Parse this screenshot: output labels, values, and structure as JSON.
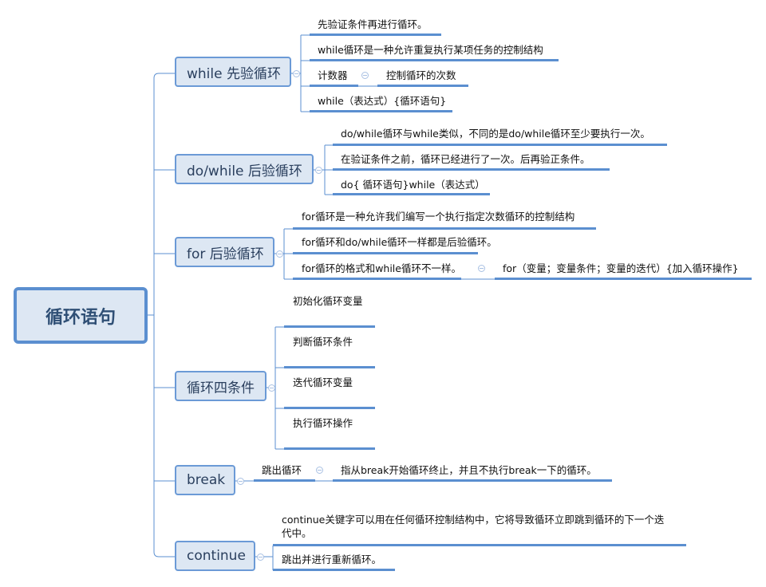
{
  "root": "循环语句",
  "branches": [
    {
      "label": "while 先验循环",
      "leaves": [
        "先验证条件再进行循环。",
        "while循环是一种允许重复执行某项任务的控制结构",
        "计数器",
        "控制循环的次数",
        "while（表达式）{循环语句}"
      ]
    },
    {
      "label": "do/while 后验循环",
      "leaves": [
        "do/while循环与while类似，不同的是do/while循环至少要执行一次。",
        "在验证条件之前，循环已经进行了一次。后再验正条件。",
        "do{ 循环语句}while（表达式）"
      ]
    },
    {
      "label": "for 后验循环",
      "leaves": [
        "for循环是一种允许我们编写一个执行指定次数循环的控制结构",
        "for循环和do/while循环一样都是后验循环。",
        "for循环的格式和while循环不一样。",
        "for（变量；变量条件；变量的迭代）{加入循环操作}"
      ]
    },
    {
      "label": "循环四条件",
      "leaves": [
        "初始化循环变量",
        "判断循环条件",
        "迭代循环变量",
        "执行循环操作"
      ]
    },
    {
      "label": "break",
      "leaves": [
        "跳出循环",
        "指从break开始循环终止，并且不执行break一下的循环。"
      ]
    },
    {
      "label": "continue",
      "leaves": [
        "continue关键字可以用在任何循环控制结构中，它将导致循环立即跳到循环的下一个迭",
        "代中。",
        "跳出并进行重新循环。"
      ]
    }
  ],
  "colors": {
    "accent": "#5b8fd0",
    "node_fill": "#dde7f3"
  }
}
